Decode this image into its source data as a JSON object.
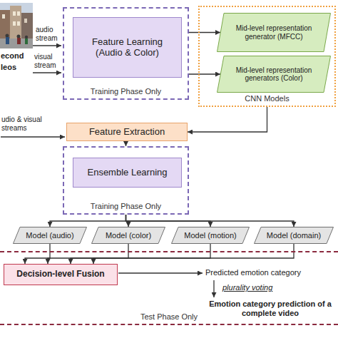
{
  "diagram": {
    "nodes": [
      {
        "text": [
          "Training Phase Only"
        ]
      },
      {
        "text": [
          "Feature Learning (Audio & Color)"
        ],
        "in": 0
      },
      {
        "text": [
          "CNN Models"
        ]
      },
      {
        "text": [
          "Mid-level representation generator (MFCC)"
        ],
        "in": 2
      },
      {
        "text": [
          "Mid-level representation generators (Color)"
        ],
        "in": 2
      },
      {
        "text": [
          "Feature Extraction"
        ]
      },
      {
        "text": [
          "Training Phase Only"
        ]
      },
      {
        "text": [
          "Ensemble Learning"
        ],
        "in": 6
      },
      {
        "text": [
          "Model (audio)"
        ]
      },
      {
        "text": [
          "Model (color)"
        ]
      },
      {
        "text": [
          "Model (motion)"
        ]
      },
      {
        "text": [
          "Model (domain)"
        ]
      },
      {
        "text": [
          "Test Phase Only"
        ]
      },
      {
        "text": [
          "Decision-level Fusion"
        ],
        "in": 12
      }
    ],
    "edges": [
      {
        "from": 0,
        "to": 3,
        "arrow": "to"
      },
      {
        "from": 0,
        "to": 4,
        "arrow": "to"
      },
      {
        "from": 2,
        "to": 5,
        "arrow": "to"
      },
      {
        "from": 5,
        "to": 6,
        "arrow": "to"
      },
      {
        "from": 6,
        "to": 8,
        "arrow": "to"
      },
      {
        "from": 6,
        "to": 9,
        "arrow": "to"
      },
      {
        "from": 6,
        "to": 10,
        "arrow": "to"
      },
      {
        "from": 6,
        "to": 11,
        "arrow": "to"
      },
      {
        "from": 8,
        "to": 13,
        "arrow": "to"
      },
      {
        "from": 9,
        "to": 13,
        "arrow": "to"
      },
      {
        "from": 10,
        "to": 13,
        "arrow": "to"
      },
      {
        "from": 11,
        "to": 13,
        "arrow": "to"
      }
    ],
    "labels": [
      "econd",
      "leos",
      "audio stream",
      "visual stream",
      "udio & visual streams",
      "Predicted emotion category",
      "plurality voting",
      "Emotion category prediction of a complete video"
    ]
  }
}
